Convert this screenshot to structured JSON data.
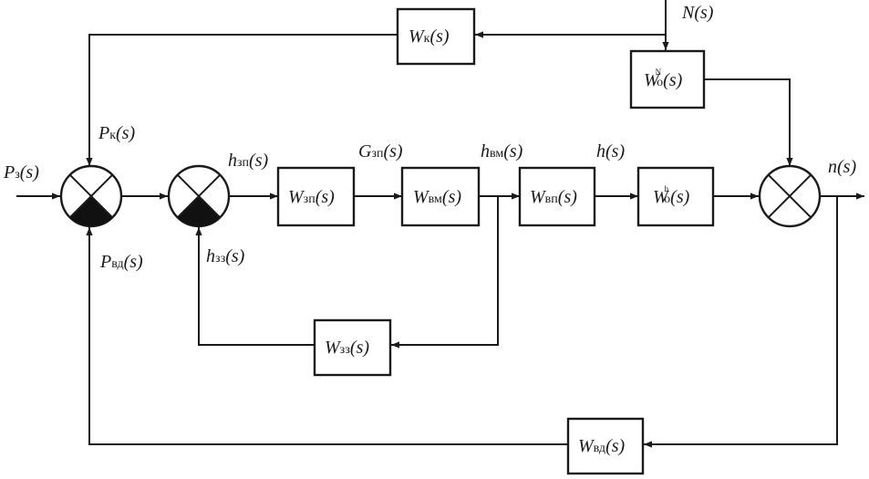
{
  "diagram": {
    "type": "block-diagram",
    "blocks": {
      "wk": {
        "main": "W",
        "sub": "к",
        "arg": "(s)"
      },
      "won": {
        "main": "W",
        "sub": "о",
        "sup": "N",
        "arg": "(s)"
      },
      "wzp": {
        "main": "W",
        "sub": "зп",
        "arg": "(s)"
      },
      "wvm": {
        "main": "W",
        "sub": "вм",
        "arg": "(s)"
      },
      "wvp": {
        "main": "W",
        "sub": "вп",
        "arg": "(s)"
      },
      "woh": {
        "main": "W",
        "sub": "о",
        "sup": "h",
        "arg": "(s)"
      },
      "wzz": {
        "main": "W",
        "sub": "зз",
        "arg": "(s)"
      },
      "wvd": {
        "main": "W",
        "sub": "вд",
        "arg": "(s)"
      }
    },
    "signals": {
      "N": {
        "main": "N",
        "sub": "",
        "arg": "(s)"
      },
      "Pz": {
        "main": "P",
        "sub": "з",
        "arg": "(s)"
      },
      "Pk": {
        "main": "P",
        "sub": "к",
        "arg": "(s)"
      },
      "Pvd": {
        "main": "P",
        "sub": "вд",
        "arg": "(s)"
      },
      "hzp": {
        "main": "h",
        "sub": "зп",
        "arg": "(s)"
      },
      "hzz": {
        "main": "h",
        "sub": "зз",
        "arg": "(s)"
      },
      "Gzp": {
        "main": "G",
        "sub": "зп",
        "arg": "(s)"
      },
      "hvm": {
        "main": "h",
        "sub": "вм",
        "arg": "(s)"
      },
      "h": {
        "main": "h",
        "sub": "",
        "arg": "(s)"
      },
      "n": {
        "main": "n",
        "sub": "",
        "arg": "(s)"
      }
    },
    "colors": {
      "line": "#1a1a1a",
      "background": "#ffffff",
      "fill": "#111111"
    }
  }
}
